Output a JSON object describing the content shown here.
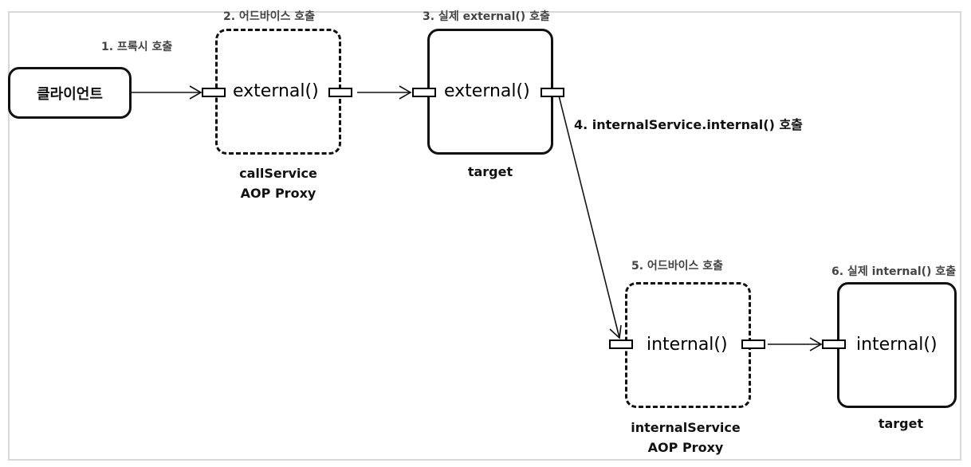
{
  "client": {
    "label": "클라이언트"
  },
  "call_proxy": {
    "method": "external()",
    "name_line1": "callService",
    "name_line2": "AOP Proxy"
  },
  "call_target": {
    "method": "external()",
    "name": "target"
  },
  "internal_proxy": {
    "method": "internal()",
    "name_line1": "internalService",
    "name_line2": "AOP Proxy"
  },
  "internal_target": {
    "method": "internal()",
    "name": "target"
  },
  "steps": {
    "s1": "1. 프록시 호출",
    "s2": "2. 어드바이스 호출",
    "s3": "3. 실제 external() 호출",
    "s4": "4. internalService.internal() 호출",
    "s5": "5. 어드바이스 호출",
    "s6": "6. 실제 internal() 호출"
  }
}
